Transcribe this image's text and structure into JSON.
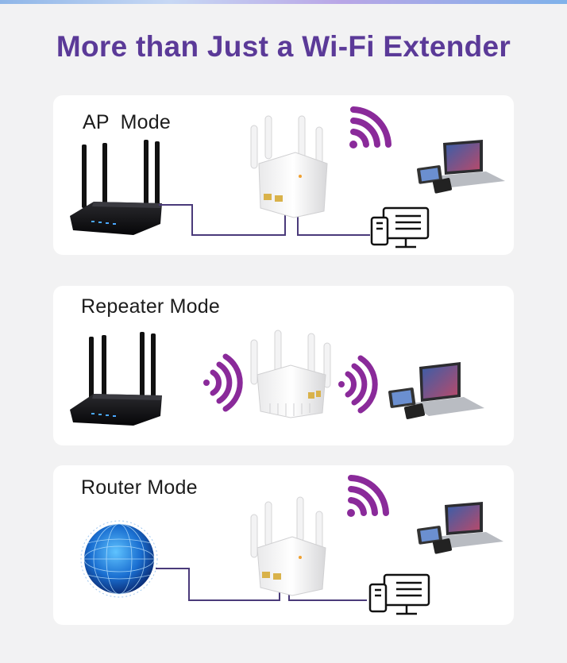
{
  "headline": "More than Just a Wi-Fi Extender",
  "colors": {
    "headline": "#5b3a98",
    "wire": "#4a3a7a",
    "wifi_signal": "#8a2a9a",
    "card": "#ffffff",
    "background": "#f2f2f3"
  },
  "modes": [
    {
      "label": "AP  Mode",
      "icons": [
        "router-icon",
        "extender-icon",
        "wifi-signal-icon",
        "laptop-icon",
        "desktop-icon"
      ]
    },
    {
      "label": "Repeater Mode",
      "icons": [
        "router-icon",
        "wifi-signal-icon",
        "extender-icon",
        "wifi-signal-icon",
        "laptop-icon"
      ]
    },
    {
      "label": "Router Mode",
      "icons": [
        "globe-icon",
        "extender-icon",
        "wifi-signal-icon",
        "laptop-icon",
        "desktop-icon"
      ]
    }
  ]
}
